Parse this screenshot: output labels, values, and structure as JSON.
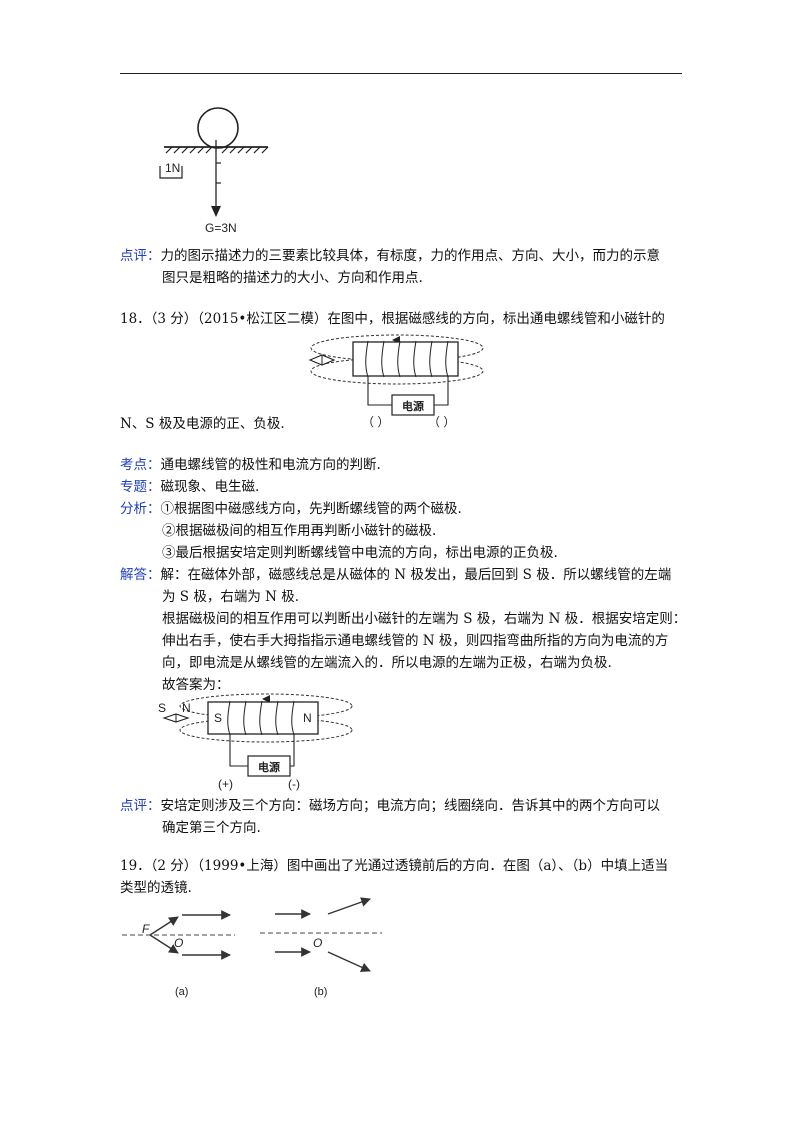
{
  "fig17": {
    "scale_label": "1N",
    "g_label": "G=3N"
  },
  "review17": {
    "tag": "点评：",
    "line1": "力的图示描述力的三要素比较具体，有标度，力的作用点、方向、大小，而力的示意",
    "line2": "图只是粗略的描述力的大小、方向和作用点."
  },
  "q18": {
    "stem_line1": "18．（3 分）（2015•松江区二模）在图中，根据磁感线的方向，标出通电螺线管和小磁针的",
    "stem_line2": "N、S 极及电源的正、负极.",
    "power_label": "电源",
    "paren_left": "（ ）",
    "paren_right": "（ ）",
    "kaodian_tag": "考点：",
    "kaodian": "通电螺线管的极性和电流方向的判断.",
    "zhuanti_tag": "专题：",
    "zhuanti": "磁现象、电生磁.",
    "fenxi_tag": "分析：",
    "fenxi1": "①根据图中磁感线方向，先判断螺线管的两个磁极.",
    "fenxi2": "②根据磁极间的相互作用再判断小磁针的磁极.",
    "fenxi3": "③最后根据安培定则判断螺线管中电流的方向，标出电源的正负极.",
    "jieda_tag": "解答：",
    "jieda1": "解：在磁体外部，磁感线总是从磁体的 N 极发出，最后回到 S 极．所以螺线管的左端",
    "jieda2": "为 S 极，右端为 N 极.",
    "jieda3": "根据磁极间的相互作用可以判断出小磁针的左端为 S 极，右端为 N 极．根据安培定则：",
    "jieda4": "伸出右手，使右手大拇指指示通电螺线管的 N 极，则四指弯曲所指的方向为电流的方",
    "jieda5": "向，即电流是从螺线管的左端流入的．所以电源的左端为正极，右端为负极.",
    "jieda6": "故答案为：",
    "ans_needle_s": "S",
    "ans_needle_n": "N",
    "ans_coil_s": "S",
    "ans_coil_n": "N",
    "ans_power": "电源",
    "ans_plus": "(+)",
    "ans_minus": "(-)",
    "dianping_tag": "点评：",
    "dianping1": "安培定则涉及三个方向：磁场方向；电流方向；线圈绕向．告诉其中的两个方向可以",
    "dianping2": "确定第三个方向."
  },
  "q19": {
    "stem_line1": "19．（2 分）（1999•上海）图中画出了光通过透镜前后的方向．在图（a）、（b）中填上适当",
    "stem_line2": "类型的透镜.",
    "f_label": "F",
    "o_label_a": "O",
    "o_label_b": "O",
    "cap_a": "(a)",
    "cap_b": "(b)"
  }
}
